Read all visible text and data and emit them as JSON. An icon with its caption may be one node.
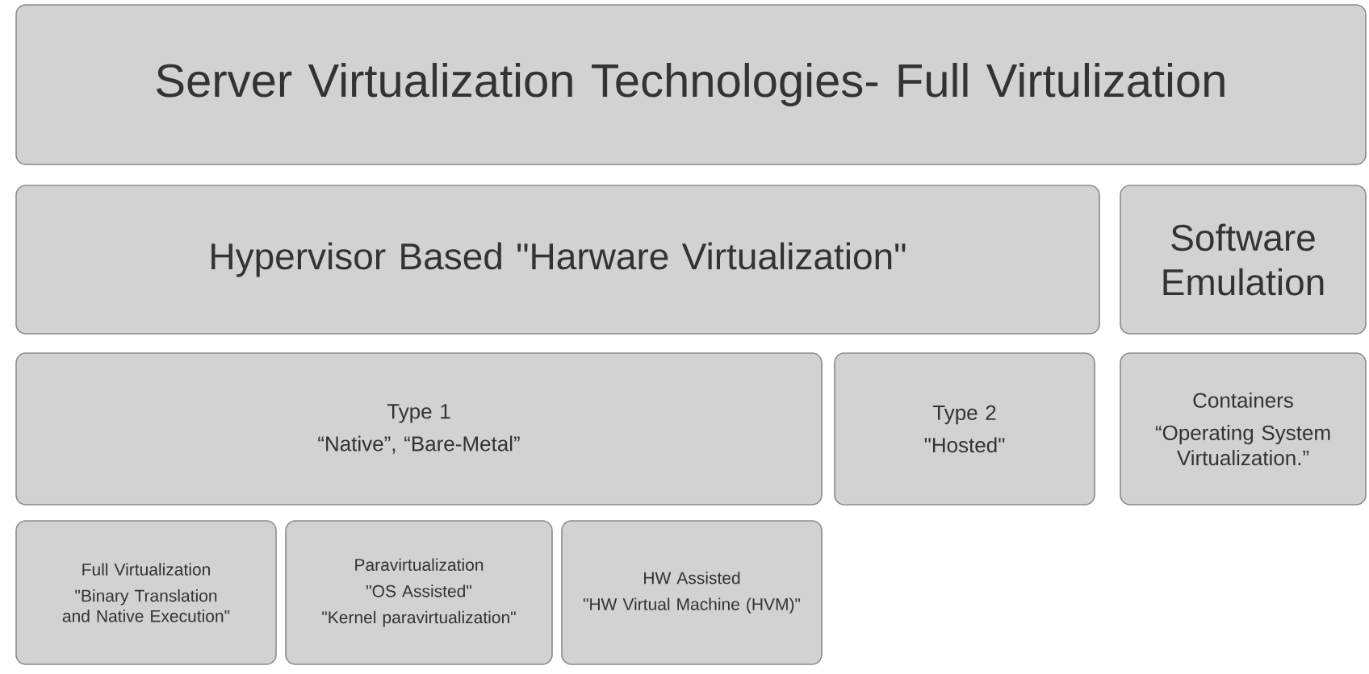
{
  "diagram": {
    "nodes": [
      {
        "text": [
          "Server Virtualization Technologies- Full Virtulization"
        ]
      },
      {
        "text": [
          "Hypervisor Based \"Harware Virtualization\""
        ]
      },
      {
        "text": [
          "Software Emulation"
        ]
      },
      {
        "text": [
          "Type 1",
          "“Native”, “Bare-Metal”"
        ]
      },
      {
        "text": [
          "Type 2",
          "\"Hosted\""
        ]
      },
      {
        "text": [
          "Containers",
          "“Operating System Virtualization.”"
        ]
      },
      {
        "text": [
          "Full Virtualization",
          "\"Binary Translation and Native Execution\""
        ]
      },
      {
        "text": [
          "Paravirtualization",
          "\"OS Assisted\"",
          "\"Kernel paravirtualization\""
        ]
      },
      {
        "text": [
          "HW Assisted",
          "\"HW Virtual Machine (HVM)\""
        ]
      }
    ]
  }
}
